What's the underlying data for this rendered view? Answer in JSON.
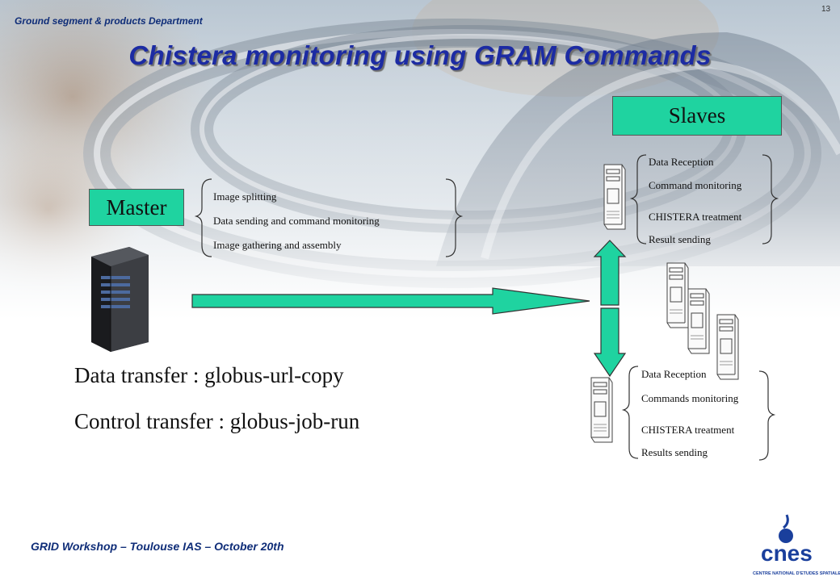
{
  "header": {
    "department": "Ground segment & products Department",
    "page_number": "13",
    "title": "Chistera monitoring using GRAM Commands"
  },
  "master": {
    "label": "Master",
    "tasks": [
      "Image splitting",
      "Data sending and command monitoring",
      "Image gathering and assembly"
    ]
  },
  "slaves": {
    "label": "Slaves",
    "top_tasks": [
      "Data Reception",
      "Command monitoring",
      "CHISTERA treatment",
      "Result sending"
    ],
    "bottom_tasks": [
      "Data Reception",
      "Commands monitoring",
      "CHISTERA treatment",
      "Results sending"
    ]
  },
  "transfers": {
    "data": "Data transfer : globus-url-copy",
    "control": "Control transfer : globus-job-run"
  },
  "footer": {
    "event": "GRID Workshop – Toulouse IAS – October 20th",
    "logo_text": "cnes",
    "logo_subtitle": "CENTRE NATIONAL D'ETUDES SPATIALES"
  },
  "colors": {
    "accent_green": "#1fd3a0",
    "title_blue": "#1c2ba3"
  }
}
